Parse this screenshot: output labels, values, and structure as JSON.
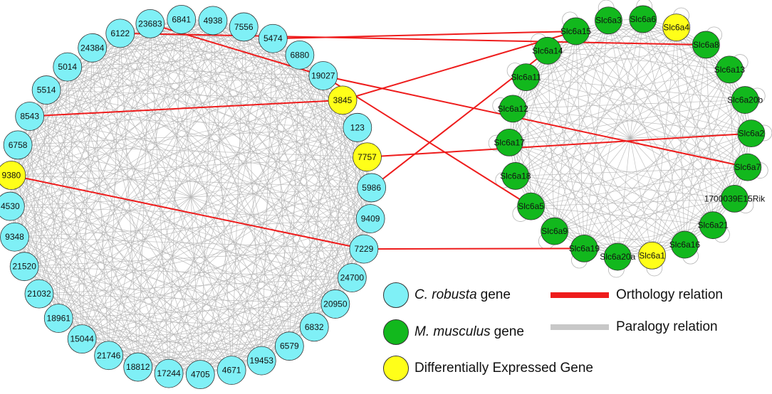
{
  "colors": {
    "ciona": "#7ff0f6",
    "mouse": "#12b81d",
    "deg": "#ffff19",
    "orthology": "#ee1c1c",
    "paralogy": "#b4b4b4"
  },
  "left_network": {
    "nodes": [
      {
        "label": "4938",
        "deg": false
      },
      {
        "label": "7556",
        "deg": false
      },
      {
        "label": "5474",
        "deg": false
      },
      {
        "label": "6880",
        "deg": false
      },
      {
        "label": "19027",
        "deg": false
      },
      {
        "label": "3845",
        "deg": true
      },
      {
        "label": "123",
        "deg": false
      },
      {
        "label": "7757",
        "deg": true
      },
      {
        "label": "5986",
        "deg": false
      },
      {
        "label": "9409",
        "deg": false
      },
      {
        "label": "7229",
        "deg": false
      },
      {
        "label": "24700",
        "deg": false
      },
      {
        "label": "20950",
        "deg": false
      },
      {
        "label": "6832",
        "deg": false
      },
      {
        "label": "6579",
        "deg": false
      },
      {
        "label": "19453",
        "deg": false
      },
      {
        "label": "4671",
        "deg": false
      },
      {
        "label": "4705",
        "deg": false
      },
      {
        "label": "17244",
        "deg": false
      },
      {
        "label": "18812",
        "deg": false
      },
      {
        "label": "21746",
        "deg": false
      },
      {
        "label": "15044",
        "deg": false
      },
      {
        "label": "18961",
        "deg": false
      },
      {
        "label": "21032",
        "deg": false
      },
      {
        "label": "21520",
        "deg": false
      },
      {
        "label": "9348",
        "deg": false
      },
      {
        "label": "4530",
        "deg": false
      },
      {
        "label": "9380",
        "deg": true
      },
      {
        "label": "6758",
        "deg": false
      },
      {
        "label": "8543",
        "deg": false
      },
      {
        "label": "5514",
        "deg": false
      },
      {
        "label": "5014",
        "deg": false
      },
      {
        "label": "24384",
        "deg": false
      },
      {
        "label": "6122",
        "deg": false
      },
      {
        "label": "23683",
        "deg": false
      },
      {
        "label": "6841",
        "deg": false
      }
    ]
  },
  "right_network": {
    "nodes": [
      {
        "label": "Slc6a6",
        "deg": false
      },
      {
        "label": "Slc6a4",
        "deg": true
      },
      {
        "label": "Slc6a8",
        "deg": false
      },
      {
        "label": "Slc6a13",
        "deg": false
      },
      {
        "label": "Slc6a20b",
        "deg": false
      },
      {
        "label": "Slc6a2",
        "deg": false
      },
      {
        "label": "Slc6a7",
        "deg": false
      },
      {
        "label": "1700039E15Rik",
        "deg": false
      },
      {
        "label": "Slc6a21",
        "deg": false
      },
      {
        "label": "Slc6a16",
        "deg": false
      },
      {
        "label": "Slc6a1",
        "deg": true
      },
      {
        "label": "Slc6a20a",
        "deg": false
      },
      {
        "label": "Slc6a19",
        "deg": false
      },
      {
        "label": "Slc6a9",
        "deg": false
      },
      {
        "label": "Slc6a5",
        "deg": false
      },
      {
        "label": "Slc6a18",
        "deg": false
      },
      {
        "label": "Slc6a17",
        "deg": false
      },
      {
        "label": "Slc6a12",
        "deg": false
      },
      {
        "label": "Slc6a11",
        "deg": false
      },
      {
        "label": "Slc6a14",
        "deg": false
      },
      {
        "label": "Slc6a15",
        "deg": false
      },
      {
        "label": "Slc6a3",
        "deg": false
      }
    ]
  },
  "orthology_edges": [
    [
      "5474",
      "Slc6a15"
    ],
    [
      "23683",
      "19027"
    ],
    [
      "6122",
      "Slc6a8"
    ],
    [
      "19027",
      "Slc6a5"
    ],
    [
      "19027",
      "Slc6a7"
    ],
    [
      "3845",
      "Slc6a15"
    ],
    [
      "8543",
      "3845"
    ],
    [
      "7757",
      "Slc6a2"
    ],
    [
      "5986",
      "Slc6a14"
    ],
    [
      "9380",
      "7229"
    ],
    [
      "7229",
      "Slc6a19"
    ]
  ],
  "legend": {
    "ciona_species": "C. robusta",
    "ciona_suffix": "gene",
    "mouse_species": "M. musculus",
    "mouse_suffix": "gene",
    "deg_label": "Differentially Expressed Gene",
    "orthology_label": "Orthology relation",
    "paralogy_label": "Paralogy relation"
  }
}
